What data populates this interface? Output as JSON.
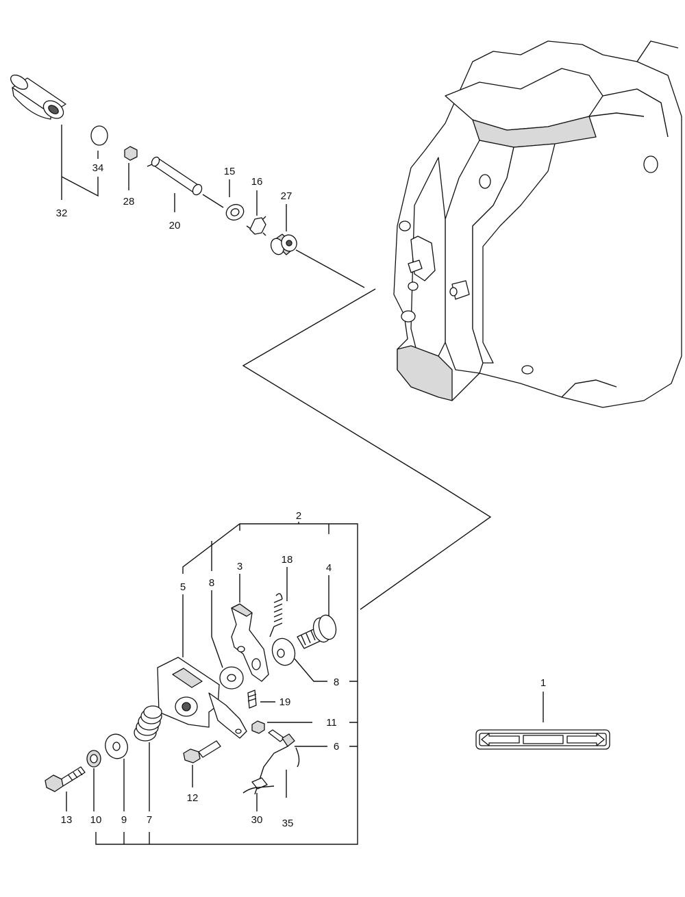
{
  "labels": {
    "l1": "1",
    "l2": "2",
    "l3": "3",
    "l4": "4",
    "l5": "5",
    "l6": "6",
    "l7": "7",
    "l8a": "8",
    "l8b": "8",
    "l9": "9",
    "l10": "10",
    "l11": "11",
    "l12": "12",
    "l13": "13",
    "l15": "15",
    "l16": "16",
    "l18": "18",
    "l19": "19",
    "l20": "20",
    "l27": "27",
    "l28": "28",
    "l30": "30",
    "l32": "32",
    "l34": "34",
    "l35": "35"
  },
  "colors": {
    "line": "#111111",
    "part_fill": "#ffffff",
    "shade": "#d9d9d9"
  }
}
